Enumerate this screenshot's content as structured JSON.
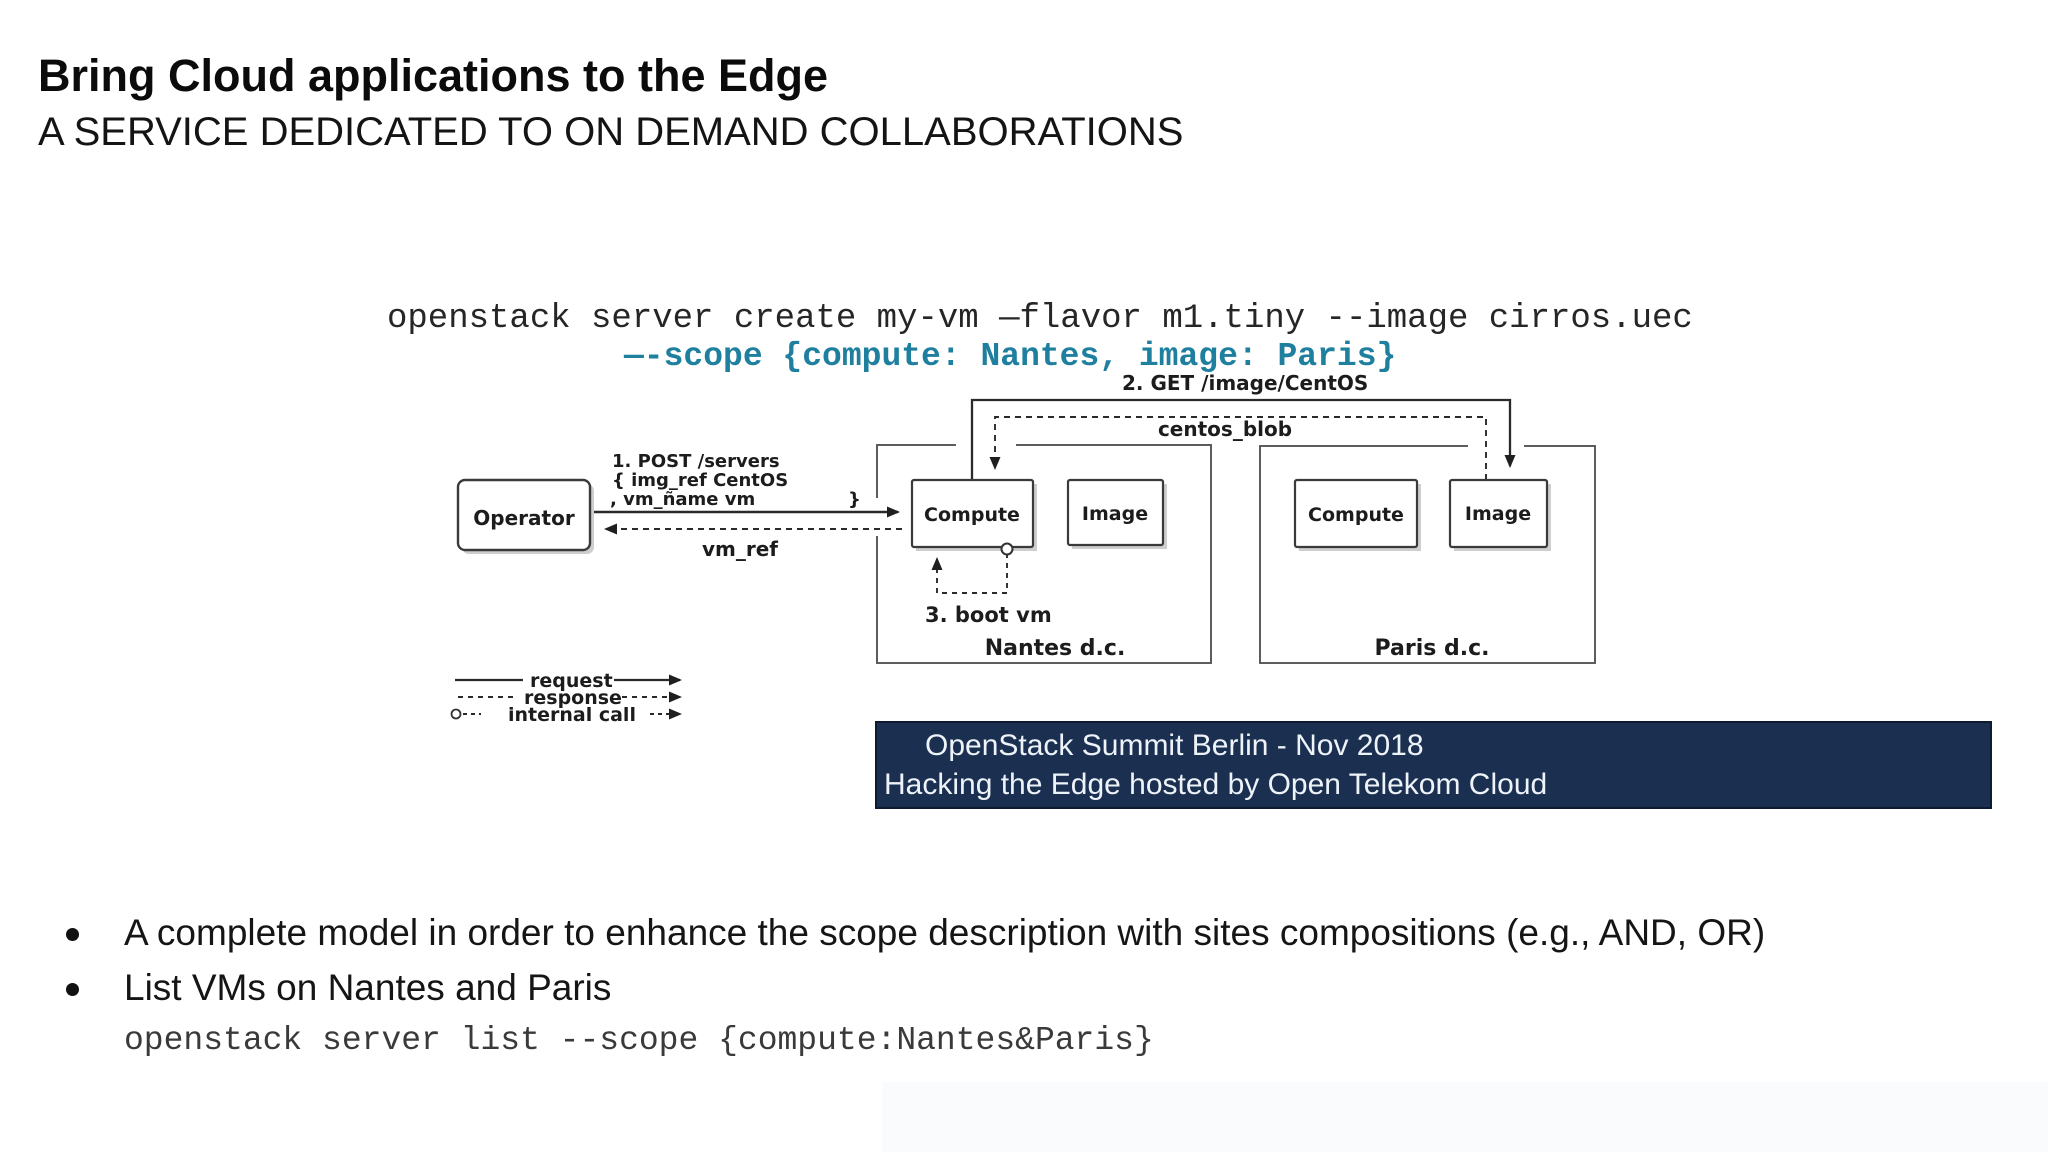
{
  "slide": {
    "title": "Bring Cloud applications to the Edge",
    "subtitle": "A SERVICE DEDICATED TO ON DEMAND COLLABORATIONS"
  },
  "command": {
    "line1": "openstack server create my-vm —flavor m1.tiny --image cirros.uec",
    "line2": "—-scope {compute: Nantes, image: Paris}",
    "accent_color": "#1e7f9e"
  },
  "diagram": {
    "operator_label": "Operator",
    "post_label": {
      "line1": "1. POST /servers",
      "line2": "{ img_ref CentOS",
      "line3": ", vm_ñame vm",
      "brace": "}"
    },
    "vm_ref_label": "vm_ref",
    "get_label": "2. GET /image/CentOS",
    "centos_blob_label": "centos_blob",
    "boot_vm_label": "3. boot vm",
    "nantes": {
      "name": "Nantes d.c.",
      "compute": "Compute",
      "image": "Image"
    },
    "paris": {
      "name": "Paris d.c.",
      "compute": "Compute",
      "image": "Image"
    },
    "legend": {
      "request": "request",
      "response": "response",
      "internal": "internal call"
    }
  },
  "banner": {
    "line1": "OpenStack Summit Berlin - Nov 2018",
    "line2": "Hacking the Edge hosted by Open Telekom Cloud",
    "bg_color": "#1b3050"
  },
  "bullets": {
    "item1": "A complete model in order to enhance the scope description with sites compositions (e.g., AND, OR)",
    "item2": "List VMs on Nantes and Paris",
    "code": "openstack server list --scope {compute:Nantes&Paris}"
  }
}
